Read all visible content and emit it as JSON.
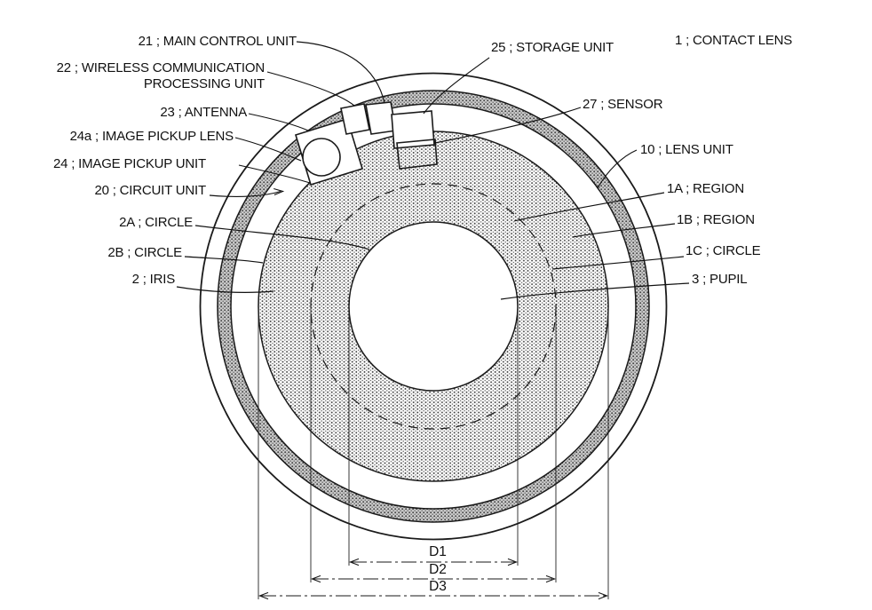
{
  "figure": {
    "kind": "patent-drawing",
    "subject": "contact lens with built-in camera circuit, front view with concentric regions and dimension lines"
  },
  "colors": {
    "background": "#ffffff",
    "line": "#1a1a1a",
    "stipple_dark": "#4a4a4a",
    "stipple_light": "#3c3c3c"
  },
  "labels": {
    "contact_lens": "1 ; CONTACT LENS",
    "main_control_unit": "21 ; MAIN CONTROL UNIT",
    "storage_unit": "25 ; STORAGE UNIT",
    "wireless_line1": "22 ; WIRELESS COMMUNICATION",
    "wireless_line2": "PROCESSING UNIT",
    "antenna": "23 ; ANTENNA",
    "image_pickup_lens": "24a ; IMAGE PICKUP LENS",
    "image_pickup_unit": "24 ; IMAGE PICKUP UNIT",
    "circuit_unit": "20 ; CIRCUIT UNIT",
    "sensor": "27 ; SENSOR",
    "lens_unit": "10 ; LENS UNIT",
    "region_1a": "1A ; REGION",
    "region_1b": "1B ; REGION",
    "circle_1c": "1C ; CIRCLE",
    "circle_2a": "2A ; CIRCLE",
    "circle_2b": "2B ; CIRCLE",
    "iris": "2 ; IRIS",
    "pupil": "3 ; PUPIL"
  },
  "dimensions": {
    "d1": "D1",
    "d2": "D2",
    "d3": "D3"
  }
}
